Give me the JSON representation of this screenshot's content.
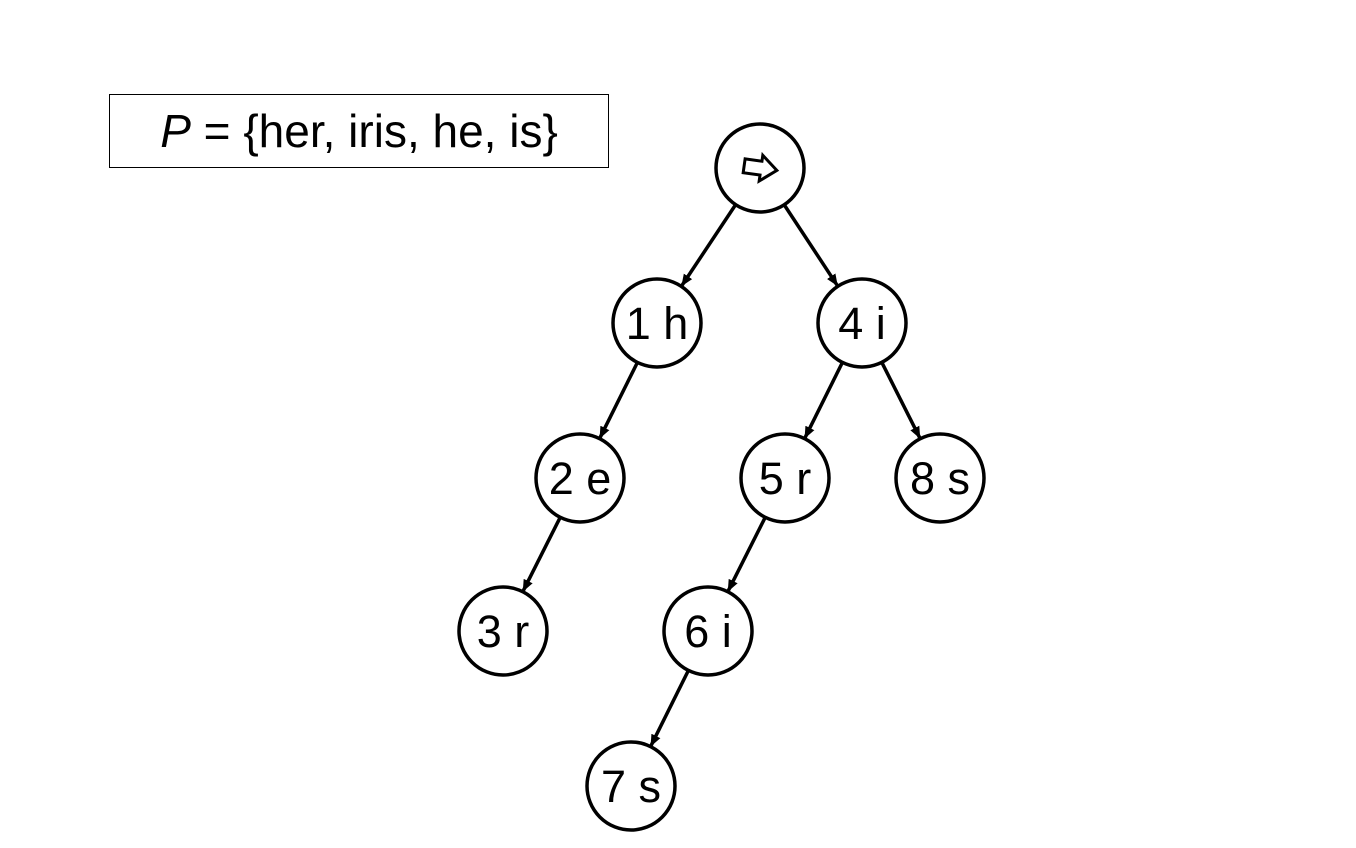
{
  "pattern_set": {
    "variable": "P",
    "equals": "=",
    "set_text": "{her, iris, he, is}"
  },
  "trie": {
    "root": {
      "id": "root",
      "icon": "right-arrow-icon"
    },
    "nodes": [
      {
        "id": "n1",
        "number": "1",
        "char": "h",
        "label": "1 h"
      },
      {
        "id": "n2",
        "number": "2",
        "char": "e",
        "label": "2 e"
      },
      {
        "id": "n3",
        "number": "3",
        "char": "r",
        "label": "3 r"
      },
      {
        "id": "n4",
        "number": "4",
        "char": "i",
        "label": "4 i"
      },
      {
        "id": "n5",
        "number": "5",
        "char": "r",
        "label": "5 r"
      },
      {
        "id": "n6",
        "number": "6",
        "char": "i",
        "label": "6 i"
      },
      {
        "id": "n7",
        "number": "7",
        "char": "s",
        "label": "7 s"
      },
      {
        "id": "n8",
        "number": "8",
        "char": "s",
        "label": "8 s"
      }
    ],
    "edges": [
      {
        "from": "root",
        "to": "n1"
      },
      {
        "from": "root",
        "to": "n4"
      },
      {
        "from": "n1",
        "to": "n2"
      },
      {
        "from": "n2",
        "to": "n3"
      },
      {
        "from": "n4",
        "to": "n5"
      },
      {
        "from": "n4",
        "to": "n8"
      },
      {
        "from": "n5",
        "to": "n6"
      },
      {
        "from": "n6",
        "to": "n7"
      }
    ]
  }
}
